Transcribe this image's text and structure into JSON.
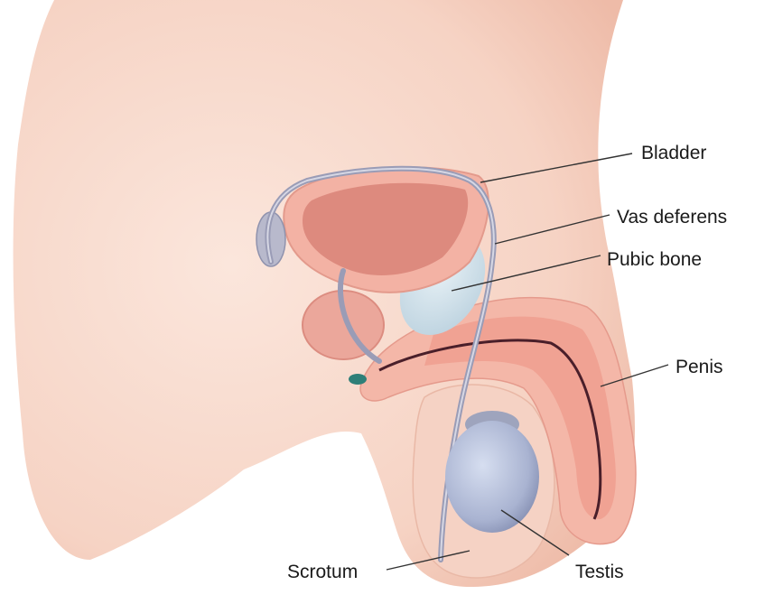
{
  "diagram": {
    "labels": {
      "bladder": "Bladder",
      "vas_deferens": "Vas deferens",
      "pubic_bone": "Pubic bone",
      "penis": "Penis",
      "scrotum": "Scrotum",
      "testis": "Testis"
    },
    "colors": {
      "skin": "#f8d8cb",
      "skin_shadow": "#f0bfae",
      "tissue": "#f2a79a",
      "tissue_dark": "#d97a70",
      "bladder_inner": "#e08d82",
      "urethra": "#4a1f2a",
      "duct": "#9a9cb6",
      "bone": "#cfe0ea",
      "testis": "#aab4d2",
      "gland": "#e8b2a8",
      "teal": "#2f7f78"
    }
  }
}
